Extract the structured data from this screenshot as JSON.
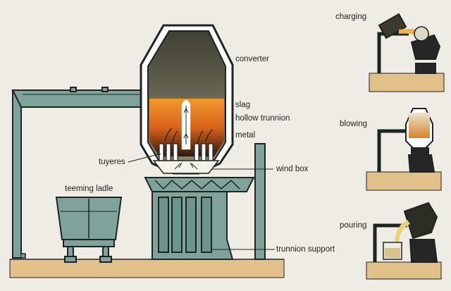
{
  "labels": {
    "converter": "converter",
    "slag": "slag",
    "hollow_trunnion": "hollow trunnion",
    "metal": "metal",
    "tuyeres": "tuyeres",
    "wind_box": "wind box",
    "teeming_ladle": "teeming ladle",
    "trunnion_support": "trunnion support"
  },
  "stages": {
    "charging": "charging",
    "blowing": "blowing",
    "pouring": "pouring"
  },
  "colors": {
    "background": "#efece5",
    "steel": "#7fa39b",
    "steel_dark": "#1d2422",
    "ground": "#e2c08a",
    "molten": "#e8761c",
    "shell": "#4a4a3e"
  }
}
